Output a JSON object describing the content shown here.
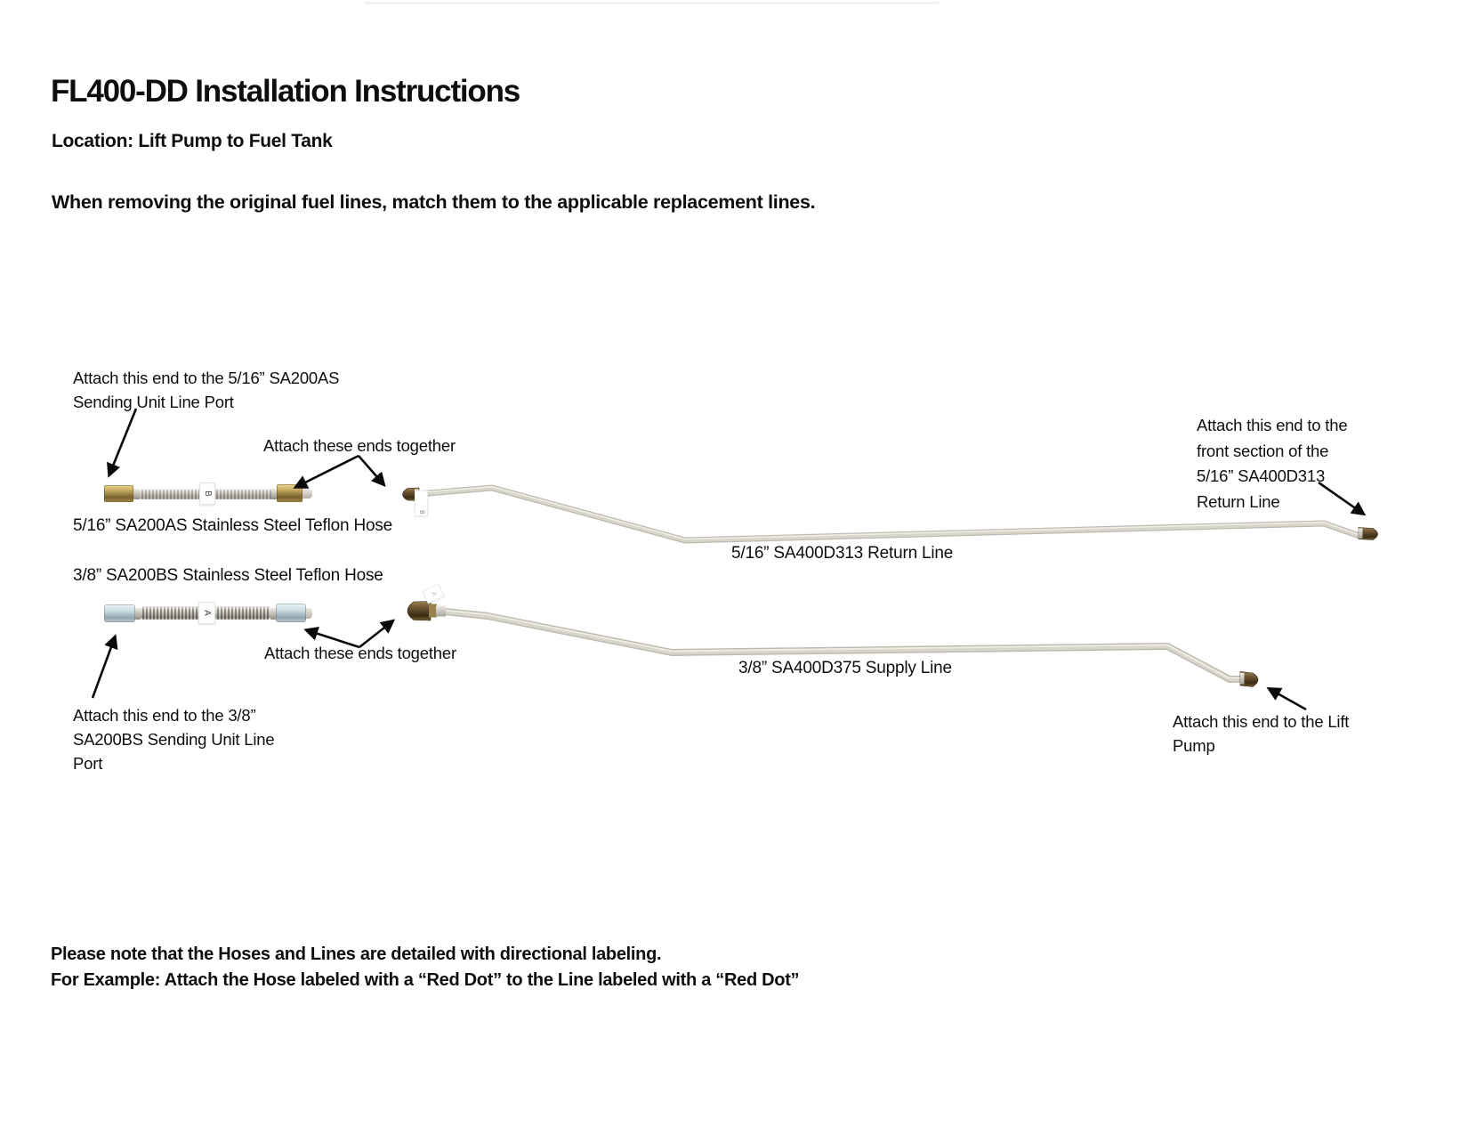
{
  "document": {
    "title": "FL400-DD Installation Instructions",
    "location": "Location: Lift Pump to Fuel Tank",
    "intro": "When removing the original fuel lines, match them to the applicable replacement lines.",
    "footer": {
      "line1": "Please note that the Hoses and Lines are detailed with directional labeling.",
      "line2": "For Example: Attach the Hose labeled with a “Red Dot” to the Line labeled with a “Red Dot”"
    }
  },
  "diagram": {
    "callouts": {
      "attach_516_sending_unit": {
        "line1": "Attach this end to the 5/16” SA200AS",
        "line2": "Sending Unit Line Port"
      },
      "attach_ends_top": "Attach these ends together",
      "attach_ends_bottom": "Attach these ends together",
      "attach_38_sending_unit": {
        "line1": "Attach this end to the 3/8”",
        "line2": "SA200BS Sending Unit Line",
        "line3": "Port"
      },
      "attach_return_front": {
        "line1": "Attach this end to the",
        "line2": "front section of the",
        "line3": "5/16” SA400D313",
        "line4": "Return Line"
      },
      "attach_lift_pump": {
        "line1": "Attach this end to the Lift",
        "line2": "Pump"
      }
    },
    "part_labels": {
      "hose_516": "5/16” SA200AS Stainless Steel Teflon Hose",
      "hose_38": "3/8” SA200BS Stainless Steel Teflon Hose",
      "return_line": "5/16” SA400D313 Return Line",
      "supply_line": "3/8” SA400D375 Supply Line"
    },
    "direction_tags": {
      "hose_516": "B",
      "hose_38": "A",
      "return_line": "B",
      "supply_line": "A"
    },
    "colors": {
      "gold_fitting": "#b3984f",
      "blue_fitting": "#bccbd3",
      "brass_end": "#6f5833",
      "tube": "#c6c3b9",
      "arrow": "#0a0a0a",
      "text": "#0e0e0e"
    }
  }
}
